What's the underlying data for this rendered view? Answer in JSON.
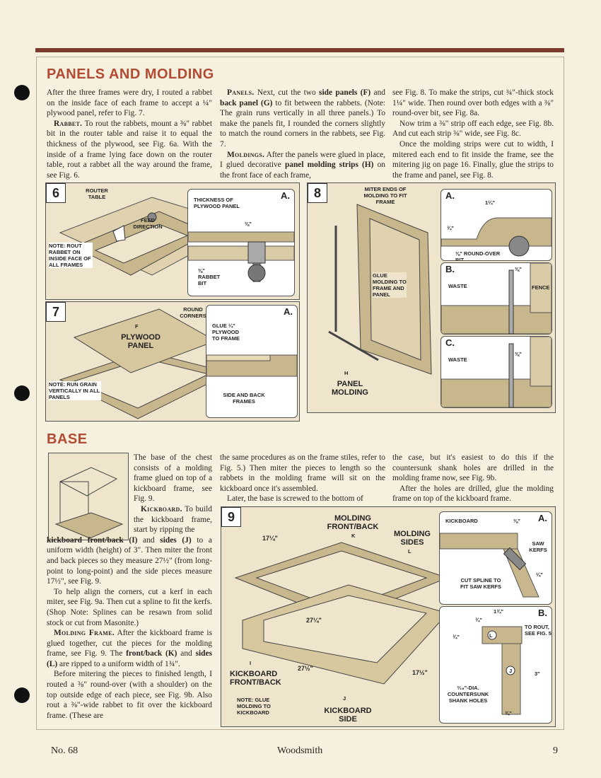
{
  "section1": {
    "heading": "PANELS AND MOLDING",
    "col1": {
      "p1": "After the three frames were dry, I routed a rabbet on the inside face of each frame to accept a ¼\" plywood panel, refer to Fig. 7.",
      "rabbet_lead": "Rabbet.",
      "p2": "To rout the rabbets, mount a ⅜\" rabbet bit in the router table and raise it to equal the thickness of the plywood, see Fig. 6a. With the inside of a frame lying face down on the router table, rout a rabbet all the way around the frame, see Fig. 6."
    },
    "col2": {
      "panels_lead": "Panels.",
      "p1a": "Next, cut the two",
      "side_panels": "side panels (F)",
      "p1b": "and",
      "back_panel": "back panel (G)",
      "p1c": "to fit between the rabbets. (Note: The grain runs vertically in all three panels.) To make the panels fit, I rounded the corners slightly to match the round corners in the rabbets, see Fig. 7.",
      "moldings_lead": "Moldings.",
      "p2a": "After the panels were glued in place, I glued decorative",
      "panel_molding": "panel molding strips (H)",
      "p2b": "on the front face of each frame,"
    },
    "col3": {
      "p1": "see Fig. 8. To make the strips, cut ¾\"-thick stock 1¼\" wide. Then round over both edges with a ⅜\" round-over bit, see Fig. 8a.",
      "p2": "Now trim a ⅜\" strip off each edge, see Fig. 8b. And cut each strip ⅜\" wide, see Fig. 8c.",
      "p3": "Once the molding strips were cut to width, I mitered each end to fit inside the frame, see the mitering jig on page 16. Finally, glue the strips to the frame and panel, see Fig. 8."
    }
  },
  "fig6": {
    "number": "6",
    "router_table": "ROUTER TABLE",
    "feed_direction": "FEED DIRECTION",
    "note": "NOTE: ROUT RABBET ON INSIDE FACE OF ALL FRAMES",
    "inset_letter": "a.",
    "thickness": "THICKNESS OF PLYWOOD PANEL",
    "dim": "⅜\"",
    "bit": "⅜\" RABBET BIT"
  },
  "fig7": {
    "number": "7",
    "round_corners": "ROUND CORNERS",
    "part": "F",
    "plywood_panel": "PLYWOOD PANEL",
    "note": "NOTE: RUN GRAIN VERTICALLY IN ALL PANELS",
    "inset_letter": "a.",
    "glue": "GLUE ¼\" PLYWOOD TO FRAME",
    "side_back": "SIDE AND BACK FRAMES"
  },
  "fig8": {
    "number": "8",
    "miter_ends": "MITER ENDS OF MOLDING TO FIT FRAME",
    "glue_molding": "GLUE MOLDING TO FRAME AND PANEL",
    "part": "H",
    "panel_molding": "PANEL MOLDING",
    "a_letter": "a.",
    "a_dim_width": "1¼\"",
    "a_dim_thick": "¾\"",
    "a_bit": "⅜\" ROUND-OVER BIT",
    "b_letter": "b.",
    "b_dim": "⅜\"",
    "b_waste": "WASTE",
    "b_fence": "FENCE",
    "c_letter": "c.",
    "c_dim": "⅜\"",
    "c_waste": "WASTE"
  },
  "section2": {
    "heading": "BASE",
    "col1": {
      "p1": "The base of the chest consists of a molding frame glued on top of a kickboard frame, see Fig. 9.",
      "kick_lead": "Kickboard.",
      "p2a": "To build the kickboard frame, start by ripping the",
      "kickboard": "kickboard front/back (I)",
      "p2b": "and",
      "sides_j": "sides (J)",
      "p2c": "to a uniform width (height) of 3\". Then miter the front and back pieces so they measure 27½\" (from long-point to long-point) and the side pieces measure 17½\", see Fig. 9.",
      "p3": "To help align the corners, cut a kerf in each miter, see Fig. 9a. Then cut a spline to fit the kerfs. (Shop Note: Splines can be resawn from solid stock or cut from Masonite.)",
      "mold_lead": "Molding Frame.",
      "p4a": "After the kickboard frame is glued together, cut the pieces for the molding frame, see Fig. 9. The",
      "front_back_k": "front/back (K)",
      "p4b": "and",
      "sides_l": "sides (L)",
      "p4c": "are ripped to a uniform width of 1¾\".",
      "p5": "Before mitering the pieces to finished length, I routed a ⅜\" round-over (with a shoulder) on the top outside edge of each piece, see Fig. 9b. Also rout a ⅜\"-wide rabbet to fit over the kickboard frame. (These are"
    },
    "col2": {
      "p1": "the same procedures as on the frame stiles, refer to Fig. 5.) Then miter the pieces to length so the rabbets in the molding frame will sit on the kickboard once it's assembled.",
      "p2": "Later, the base is screwed to the bottom of"
    },
    "col3": {
      "p1": "the case, but it's easiest to do this if the countersunk shank holes are drilled in the molding frame now, see Fig. 9b.",
      "p2": "After the holes are drilled, glue the molding frame on top of the kickboard frame."
    }
  },
  "fig9": {
    "number": "9",
    "molding_fb": "MOLDING FRONT/BACK",
    "part_k": "K",
    "molding_sides": "MOLDING SIDES",
    "part_l": "L",
    "dim_17a": "17¼\"",
    "dim_27a": "27¼\"",
    "dim_27b": "27½\"",
    "dim_17b": "17½\"",
    "part_i": "I",
    "kick_fb": "KICKBOARD FRONT/BACK",
    "note": "NOTE: GLUE MOLDING TO KICKBOARD",
    "part_j": "J",
    "kick_side": "KICKBOARD SIDE",
    "a_letter": "a.",
    "a_kick": "KICKBOARD",
    "a_dim": "⅜\"",
    "a_saw": "SAW KERFS",
    "a_dim2": "¼\"",
    "a_spline": "CUT SPLINE TO FIT SAW KERFS",
    "b_letter": "b.",
    "b_dim1": "1¾\"",
    "b_dim2": "¾\"",
    "b_dim3": "¾\"",
    "b_rout": "TO ROUT, SEE FIG. 5",
    "b_hole": "³⁄₁₆\"-DIA. COUNTERSUNK SHANK HOLES",
    "b_dim4": "3\"",
    "b_dim5": "¾\"",
    "b_part_l": "L",
    "b_part_j": "J"
  },
  "footer": {
    "issue": "No. 68",
    "magazine": "Woodsmith",
    "page": "9"
  }
}
